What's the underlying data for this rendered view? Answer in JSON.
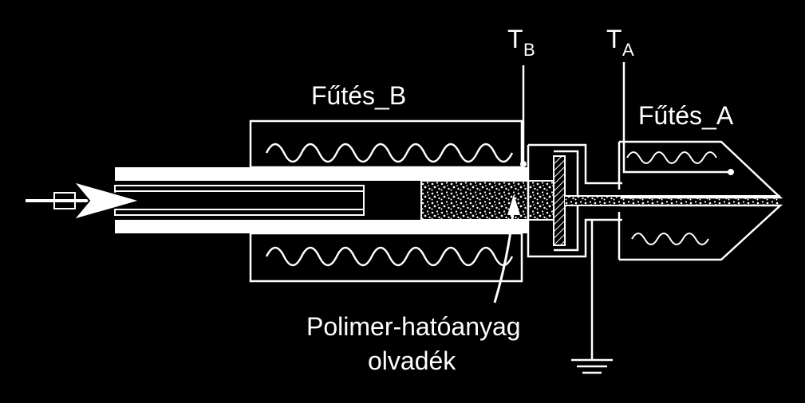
{
  "labels": {
    "heater_b": "Fűtés_B",
    "heater_a": "Fűtés_A",
    "thermo_b_main": "T",
    "thermo_b_sub": "B",
    "thermo_a_main": "T",
    "thermo_a_sub": "A",
    "melt_line1": "Polimer-hatóanyag",
    "melt_line2": "olvadék"
  },
  "colors": {
    "background": "#000000",
    "foreground": "#ffffff"
  },
  "icons": {
    "inlet": "feed-arrow-icon",
    "ground": "ground-symbol-icon"
  }
}
